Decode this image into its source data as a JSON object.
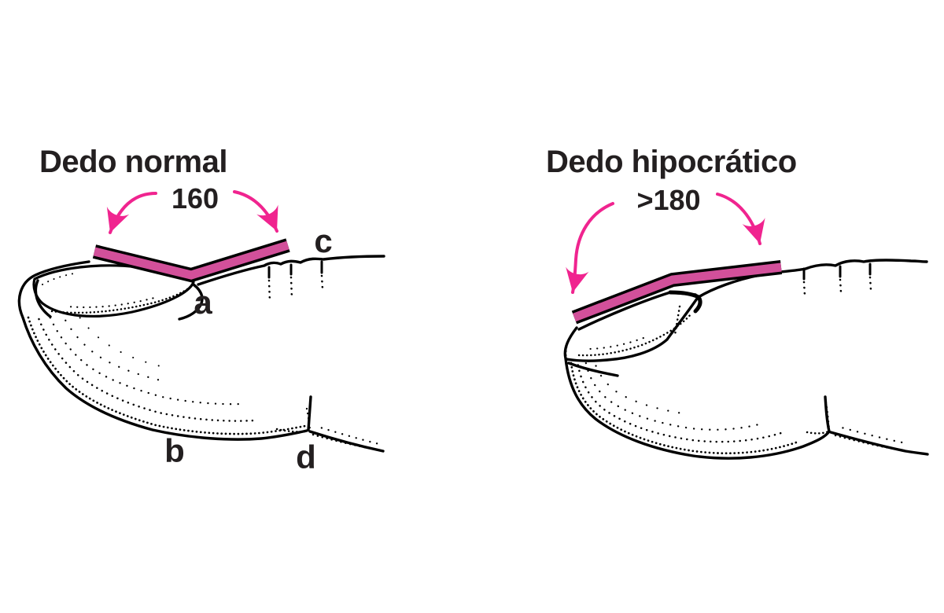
{
  "figure": {
    "left_panel": {
      "title": "Dedo normal",
      "angle_value": "160",
      "point_labels": {
        "a": "a",
        "b": "b",
        "c": "c",
        "d": "d"
      }
    },
    "right_panel": {
      "title": "Dedo hipocrático",
      "angle_value": ">180"
    },
    "colors": {
      "bar_pink": "#d2509a",
      "arrow_pink": "#f0248f",
      "ink": "#231f20",
      "line_black": "#000000"
    }
  }
}
